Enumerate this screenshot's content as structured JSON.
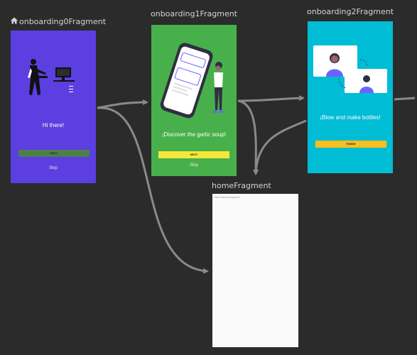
{
  "graph": {
    "start_label": "onboarding0Fragment",
    "nodes": [
      {
        "title": "onboarding0Fragment",
        "headline": "Hi there!",
        "button": "NEXT",
        "skip": "Skip",
        "colors": {
          "background": "#5b3fe0",
          "button": "#4d7f4a"
        }
      },
      {
        "title": "onboarding1Fragment",
        "headline": "¡Discover the garlic soup!",
        "button": "NEXT",
        "skip": "Skip",
        "colors": {
          "background": "#47b04b",
          "button": "#f5e83b"
        }
      },
      {
        "title": "onboarding2Fragment",
        "headline": "¡Blow and make bottles!",
        "button": "FINISH",
        "colors": {
          "background": "#00bcd4",
          "button": "#f9bf1e"
        }
      },
      {
        "title": "homeFragment",
        "placeholder": "Hello blank fragment",
        "colors": {
          "background": "#fafafa"
        }
      }
    ],
    "edge_color": "#8a8a8a"
  }
}
